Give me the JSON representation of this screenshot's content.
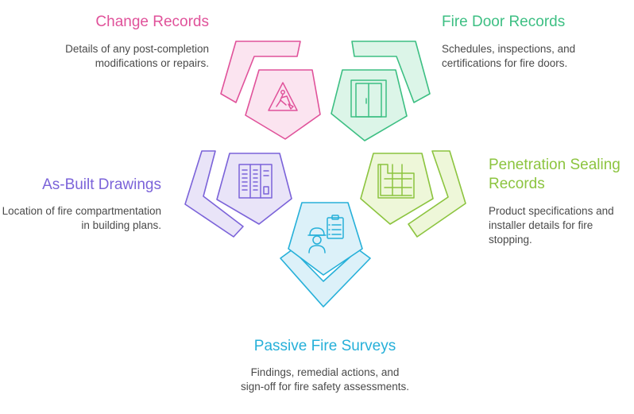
{
  "items": [
    {
      "key": "change",
      "title": "Change Records",
      "description": "Details of any post-completion modifications or repairs.",
      "icon": "worker-digging-icon",
      "color": "#e0529a",
      "fill": "#fbe4f0"
    },
    {
      "key": "fire-door",
      "title": "Fire Door Records",
      "description": "Schedules, inspections, and certifications for fire doors.",
      "icon": "door-icon",
      "color": "#3dbf83",
      "fill": "#dcf5e8"
    },
    {
      "key": "penetration",
      "title": "Penetration Sealing Records",
      "description": "Product specifications and installer details for fire stopping.",
      "icon": "floor-plan-grid-icon",
      "color": "#8cc43f",
      "fill": "#eef7d9"
    },
    {
      "key": "passive",
      "title": "Passive Fire Surveys",
      "description": "Findings, remedial actions, and sign-off for fire safety assessments.",
      "icon": "inspector-clipboard-icon",
      "color": "#26b0d9",
      "fill": "#dcf1f9"
    },
    {
      "key": "as-built",
      "title": "As-Built Drawings",
      "description": "Location of fire compartmentation in building plans.",
      "icon": "blueprint-drawings-icon",
      "color": "#7b63d9",
      "fill": "#e9e4f8"
    }
  ]
}
